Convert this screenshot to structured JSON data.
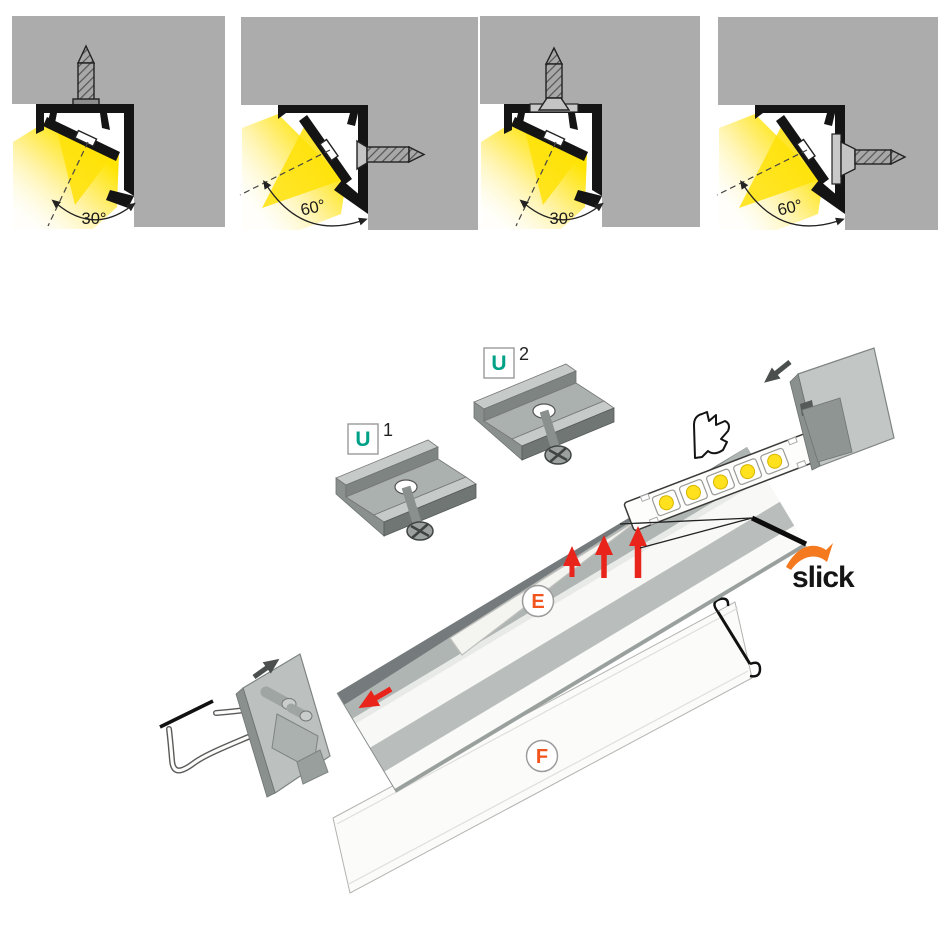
{
  "colors": {
    "background": "#FFFFFF",
    "surface_gray": "#ACACAC",
    "profile_black": "#141414",
    "beam_yellow": "#FFE400",
    "metal_light": "#C6CBC9",
    "metal_mid": "#ABB1AF",
    "metal_dark": "#707674",
    "label_teal": "#00A287",
    "label_orange": "#F2541D",
    "arrow_red": "#E8241B",
    "brand_swoosh_orange": "#F4791F"
  },
  "top_row": {
    "diagrams": [
      {
        "angle_label": "30°"
      },
      {
        "angle_label": "60°"
      },
      {
        "angle_label": "30°"
      },
      {
        "angle_label": "60°"
      }
    ]
  },
  "assembly": {
    "bracket1": {
      "letter": "U",
      "superscript": "1"
    },
    "bracket2": {
      "letter": "U",
      "superscript": "2"
    },
    "profile_label": "E",
    "diffuser_label": "F",
    "brand": "slick"
  }
}
